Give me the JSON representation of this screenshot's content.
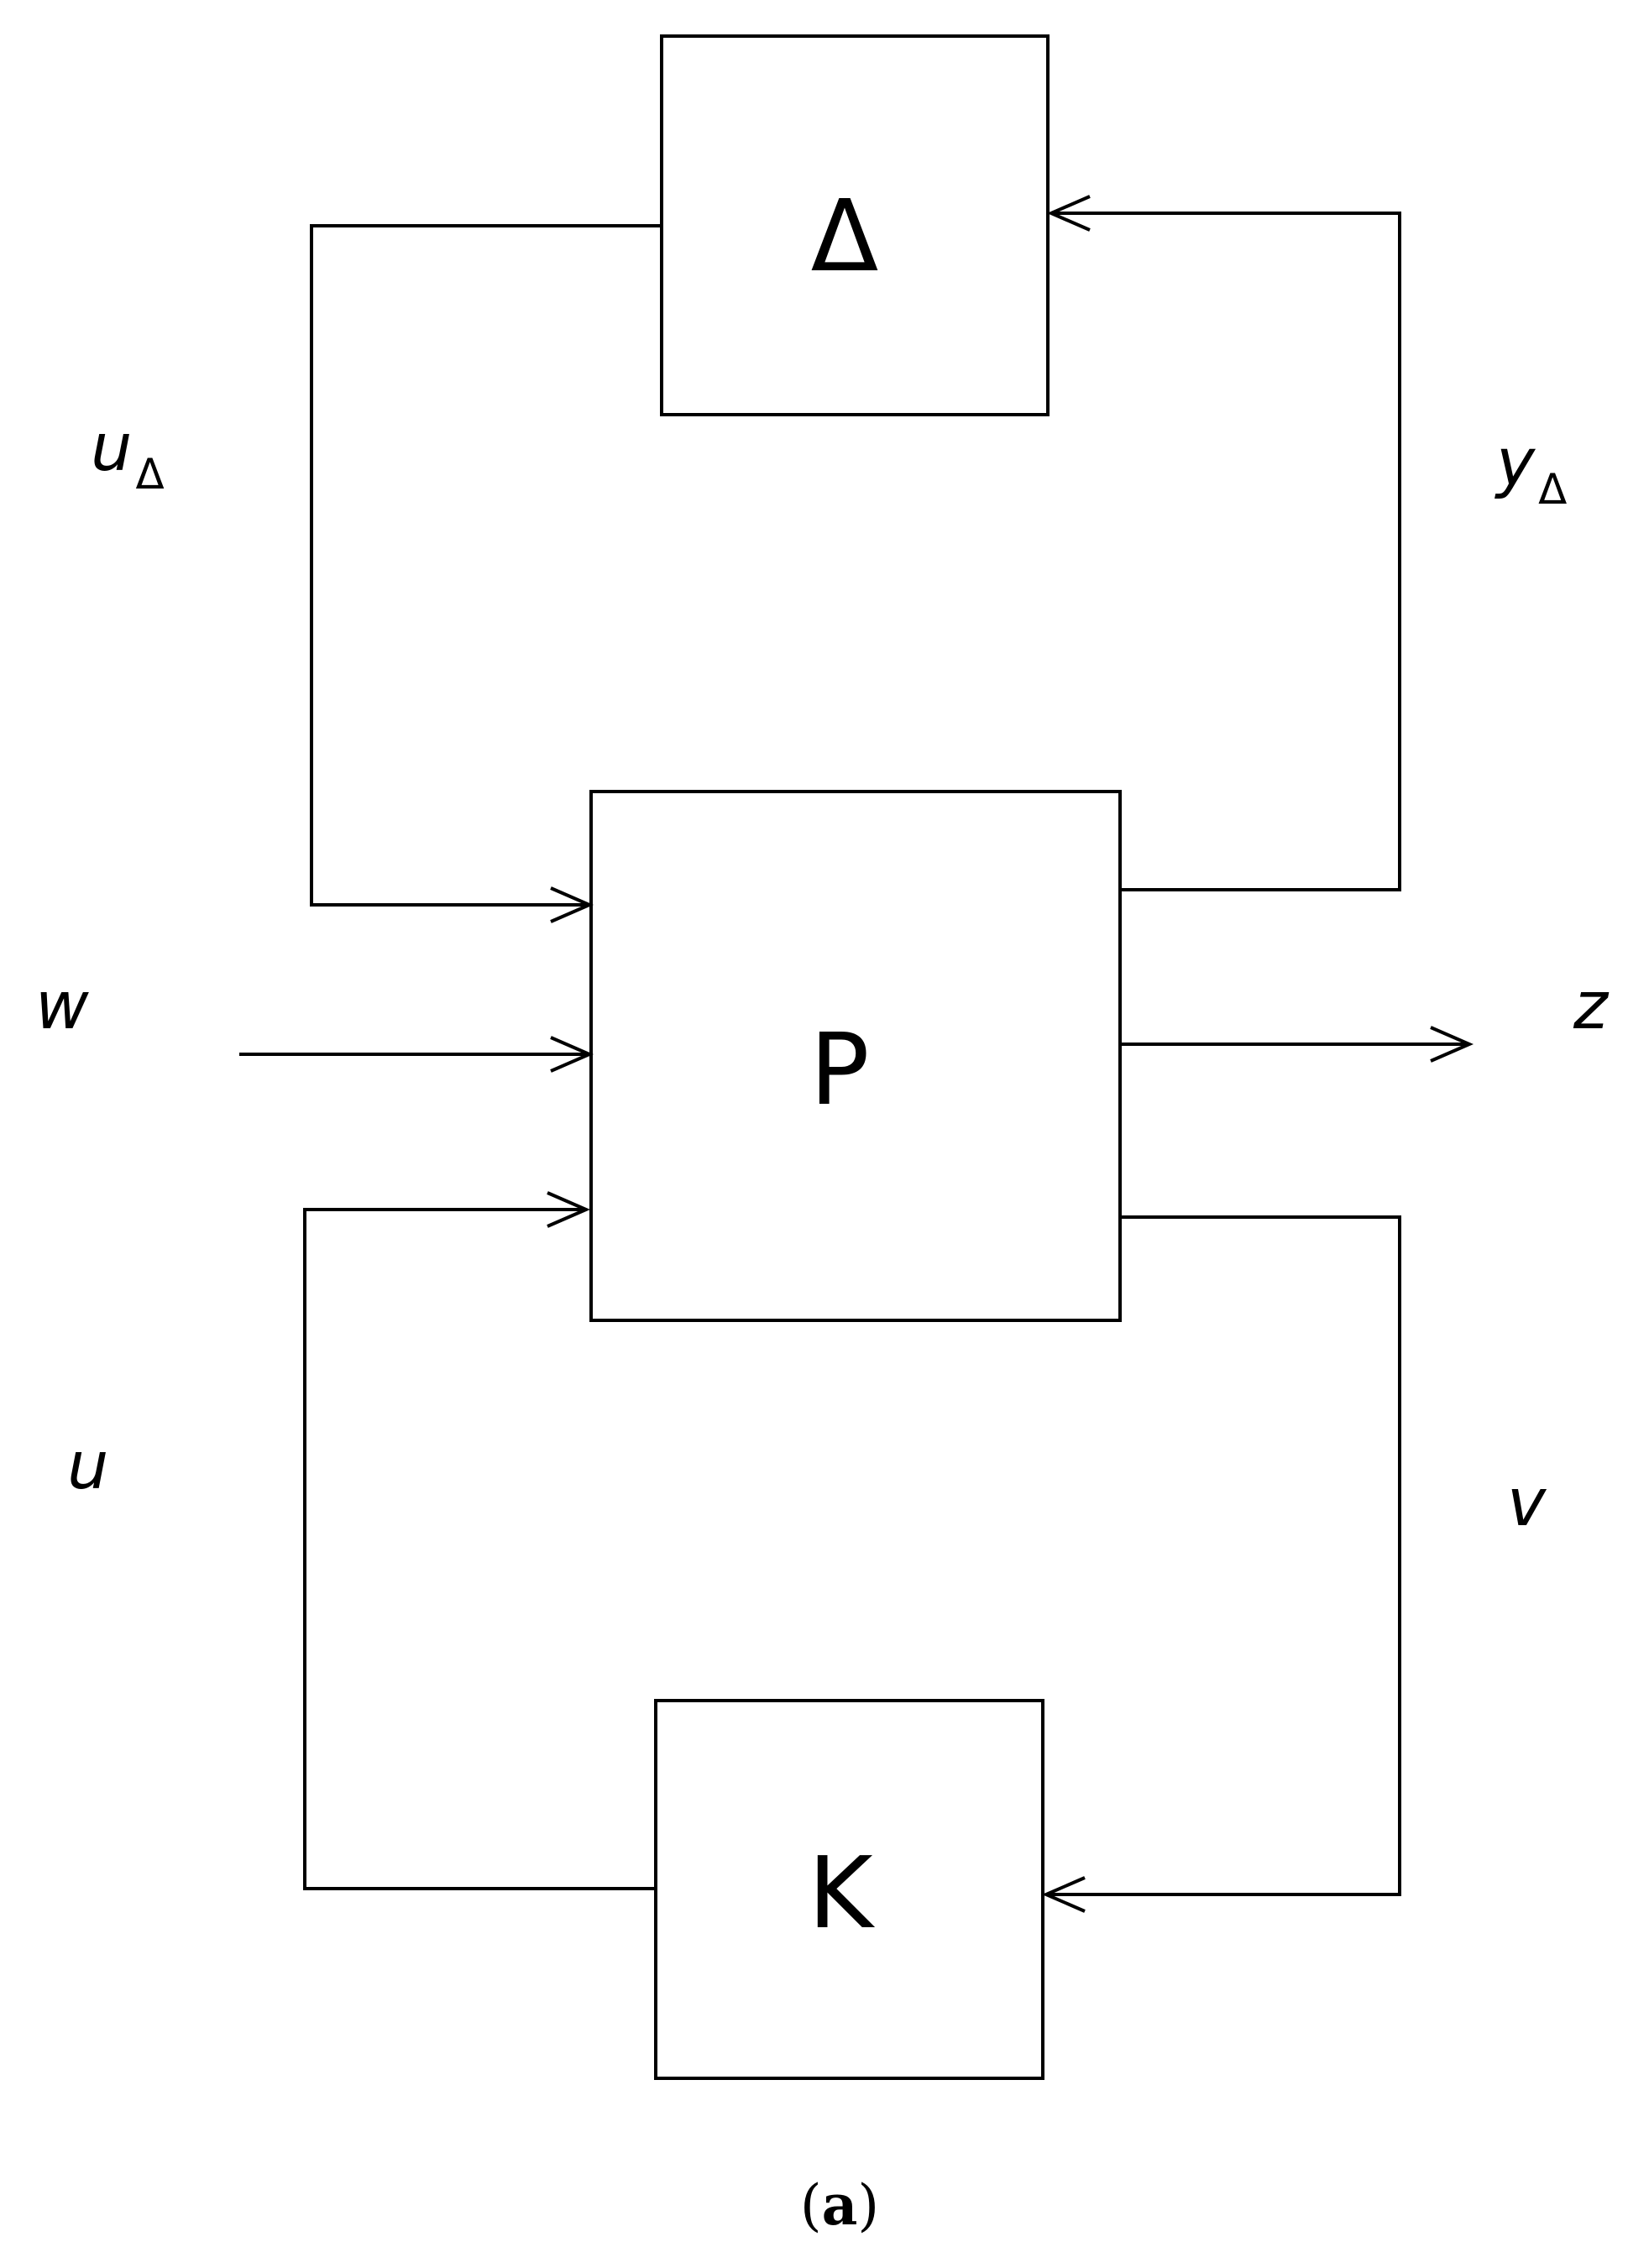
{
  "blocks": {
    "delta": "Δ",
    "plant": "P",
    "controller": "K"
  },
  "signals": {
    "u_delta": {
      "base": "u",
      "sub": "Δ"
    },
    "y_delta": {
      "base": "y",
      "sub": "Δ"
    },
    "w": "w",
    "z": "z",
    "u": "u",
    "v": "v"
  },
  "caption": {
    "open": "(",
    "letter": "a",
    "close": ")"
  }
}
